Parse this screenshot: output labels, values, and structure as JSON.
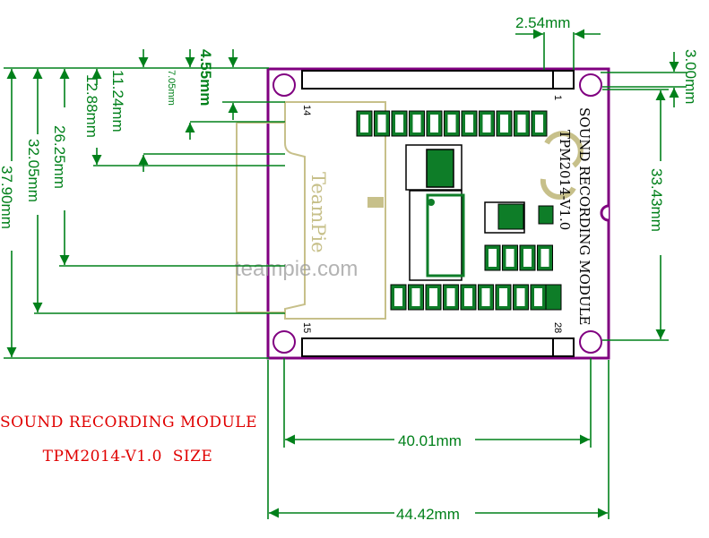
{
  "caption": {
    "line1": "SOUND RECORDING MODULE",
    "line2": "TPM2014-V1.0  SIZE"
  },
  "board": {
    "silk_title": "SOUND RECORDING MODULE",
    "silk_model": "TPM2014-V1.0",
    "silk_brand": "TeamPie",
    "watermark": "teampie.com",
    "pin_labels": {
      "p1": "1",
      "p14": "14",
      "p15": "15",
      "p28": "28"
    }
  },
  "dimensions": {
    "pitch": "2.54mm",
    "hole_offset": "3.00mm",
    "hole_span_vertical": "33.43mm",
    "hole_span_horizontal": "40.01mm",
    "board_width": "44.42mm",
    "board_height": "37.90mm",
    "d_32": "32.05mm",
    "d_26": "26.25mm",
    "d_12": "12.88mm",
    "d_11": "11.24mm",
    "d_7": "7.05mm",
    "d_4": "4.55mm"
  },
  "colors": {
    "dimension_line": "#00801a",
    "board_outline": "#800080",
    "silkscreen": "#c7c08a",
    "component_fill": "#0e7d28",
    "caption_text": "#e00000"
  }
}
